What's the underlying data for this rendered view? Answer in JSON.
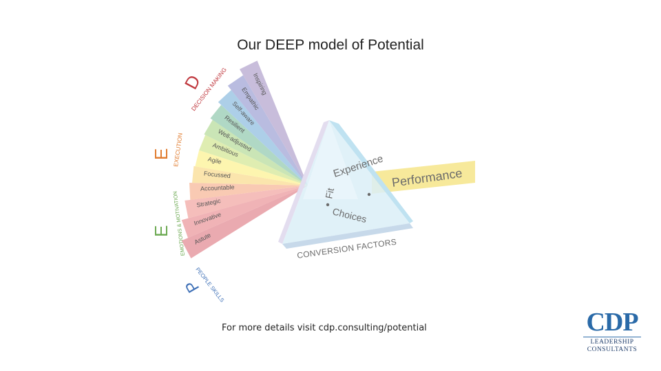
{
  "title": "Our DEEP model of Potential",
  "footer": "For more details visit cdp.consulting/potential",
  "categories": [
    {
      "letter": "D",
      "label": "DECISION MAKING",
      "color": "#c0393f"
    },
    {
      "letter": "E",
      "label": "EXECUTION",
      "color": "#e07a2c"
    },
    {
      "letter": "E",
      "label": "EMOTIONS & MOTIVATION",
      "color": "#6aa84f"
    },
    {
      "letter": "P",
      "label": "PEOPLE SKILLS",
      "color": "#3d6fb6"
    }
  ],
  "rays": [
    {
      "label": "Astute",
      "color": "#e8a3a9"
    },
    {
      "label": "Innovative",
      "color": "#efadb0"
    },
    {
      "label": "Strategic",
      "color": "#f4b8b5"
    },
    {
      "label": "Accountable",
      "color": "#f8c6ac"
    },
    {
      "label": "Focussed",
      "color": "#fbe3a6"
    },
    {
      "label": "Agile",
      "color": "#fdf4a8"
    },
    {
      "label": "Ambitious",
      "color": "#dcebaa"
    },
    {
      "label": "Well-adjusted",
      "color": "#c6e3b0"
    },
    {
      "label": "Resilient",
      "color": "#a9d5c0"
    },
    {
      "label": "Self-aware",
      "color": "#a6cbe6"
    },
    {
      "label": "Empathic",
      "color": "#b3b6dd"
    },
    {
      "label": "Inspiring",
      "color": "#c3b7d8"
    }
  ],
  "prism": {
    "items": [
      "Experience",
      "Fit",
      "Choices"
    ],
    "base_label": "CONVERSION FACTORS",
    "output_label": "Performance"
  },
  "logo": {
    "main": "CDP",
    "line1": "LEADERSHIP",
    "line2": "CONSULTANTS"
  }
}
